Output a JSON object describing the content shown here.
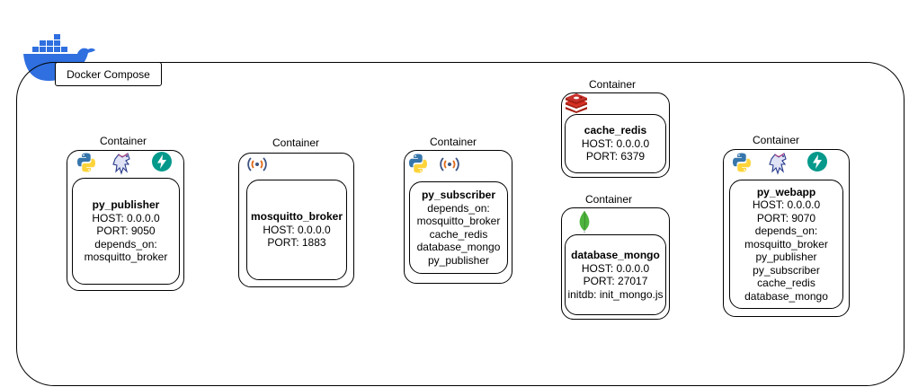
{
  "compose": {
    "label": "Docker Compose"
  },
  "containers": [
    {
      "title": "Container",
      "name": "py_publisher",
      "lines": [
        "HOST: 0.0.0.0",
        "PORT: 9050",
        "depends_on:",
        "mosquitto_broker"
      ],
      "icons": [
        "python-icon",
        "fastapi-pegasus-icon",
        "fastapi-lightning-icon"
      ]
    },
    {
      "title": "Container",
      "name": "mosquitto_broker",
      "lines": [
        "HOST: 0.0.0.0",
        "PORT: 1883"
      ],
      "icons": [
        "mosquitto-icon"
      ]
    },
    {
      "title": "Container",
      "name": "py_subscriber",
      "lines": [
        "depends_on:",
        "mosquitto_broker",
        "cache_redis",
        "database_mongo",
        "py_publisher"
      ],
      "icons": [
        "python-icon",
        "mosquitto-icon"
      ]
    },
    {
      "title": "Container",
      "name": "cache_redis",
      "lines": [
        "HOST: 0.0.0.0",
        "PORT: 6379"
      ],
      "icons": [
        "redis-icon"
      ]
    },
    {
      "title": "Container",
      "name": "database_mongo",
      "lines": [
        "HOST: 0.0.0.0",
        "PORT: 27017",
        "initdb: init_mongo.js"
      ],
      "icons": [
        "mongodb-leaf-icon"
      ]
    },
    {
      "title": "Container",
      "name": "py_webapp",
      "lines": [
        "HOST: 0.0.0.0",
        "PORT: 9070",
        "depends_on:",
        "mosquitto_broker",
        "py_publisher",
        "py_subscriber",
        "cache_redis",
        "database_mongo"
      ],
      "icons": [
        "python-icon",
        "fastapi-pegasus-icon",
        "fastapi-lightning-icon"
      ]
    }
  ],
  "colors": {
    "docker_blue": "#2f6fe0",
    "python_blue": "#3776ab",
    "python_yellow": "#ffd43b",
    "fastapi_teal": "#05998b",
    "redis_red": "#c6302b",
    "mongo_green": "#4db33d",
    "mosquitto_blue": "#3c5280",
    "mosquitto_orange": "#e06a1b"
  }
}
